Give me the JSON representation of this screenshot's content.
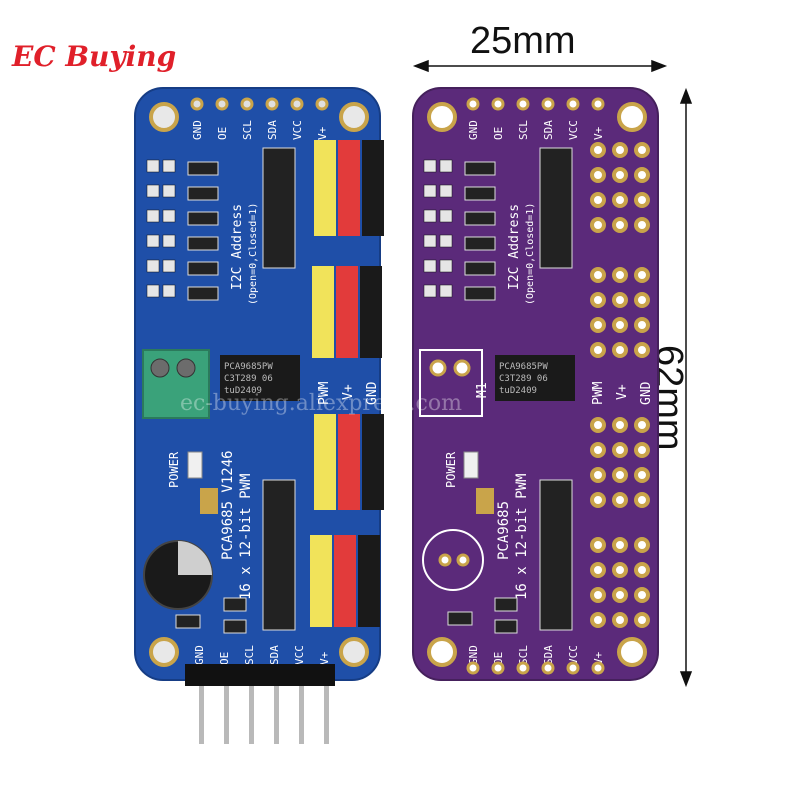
{
  "brand": {
    "name": "EC Buying",
    "color": "#e0202a"
  },
  "dimensions": {
    "width": "25mm",
    "height": "62mm"
  },
  "watermark": "ec-buying.aliexpress.com",
  "boards": {
    "blue": {
      "color": "#1f4fa8",
      "top_pins": [
        "GND",
        "OE",
        "SCL",
        "SDA",
        "VCC",
        "V+"
      ],
      "bottom_pins": [
        "GND",
        "OE",
        "SCL",
        "SDA",
        "VCC",
        "V+"
      ],
      "address_label": "I2C Address",
      "address_sub": "(Open=0,Closed=1)",
      "chip": [
        "PCA9685PW",
        "C3T289   06",
        "tuD2409"
      ],
      "pwm_labels": [
        "PWM",
        "V+",
        "GND"
      ],
      "power_label": "POWER",
      "model_label": "PCA9685 V1246",
      "pwm_desc": "16 x 12-bit PWM"
    },
    "purple": {
      "color": "#5b2a7a",
      "top_pins": [
        "GND",
        "OE",
        "SCL",
        "SDA",
        "VCC",
        "V+"
      ],
      "bottom_pins": [
        "GND",
        "OE",
        "SCL",
        "SDA",
        "VCC",
        "V+"
      ],
      "address_label": "I2C Address",
      "address_sub": "(Open=0,Closed=1)",
      "chip": [
        "PCA9685PW",
        "C3T289   06",
        "tuD2409"
      ],
      "pwm_labels": [
        "PWM",
        "V+",
        "GND"
      ],
      "power_label": "POWER",
      "model_label": "PCA9685",
      "pwm_desc": "16 x 12-bit PWM",
      "m1_label": "M1"
    }
  }
}
